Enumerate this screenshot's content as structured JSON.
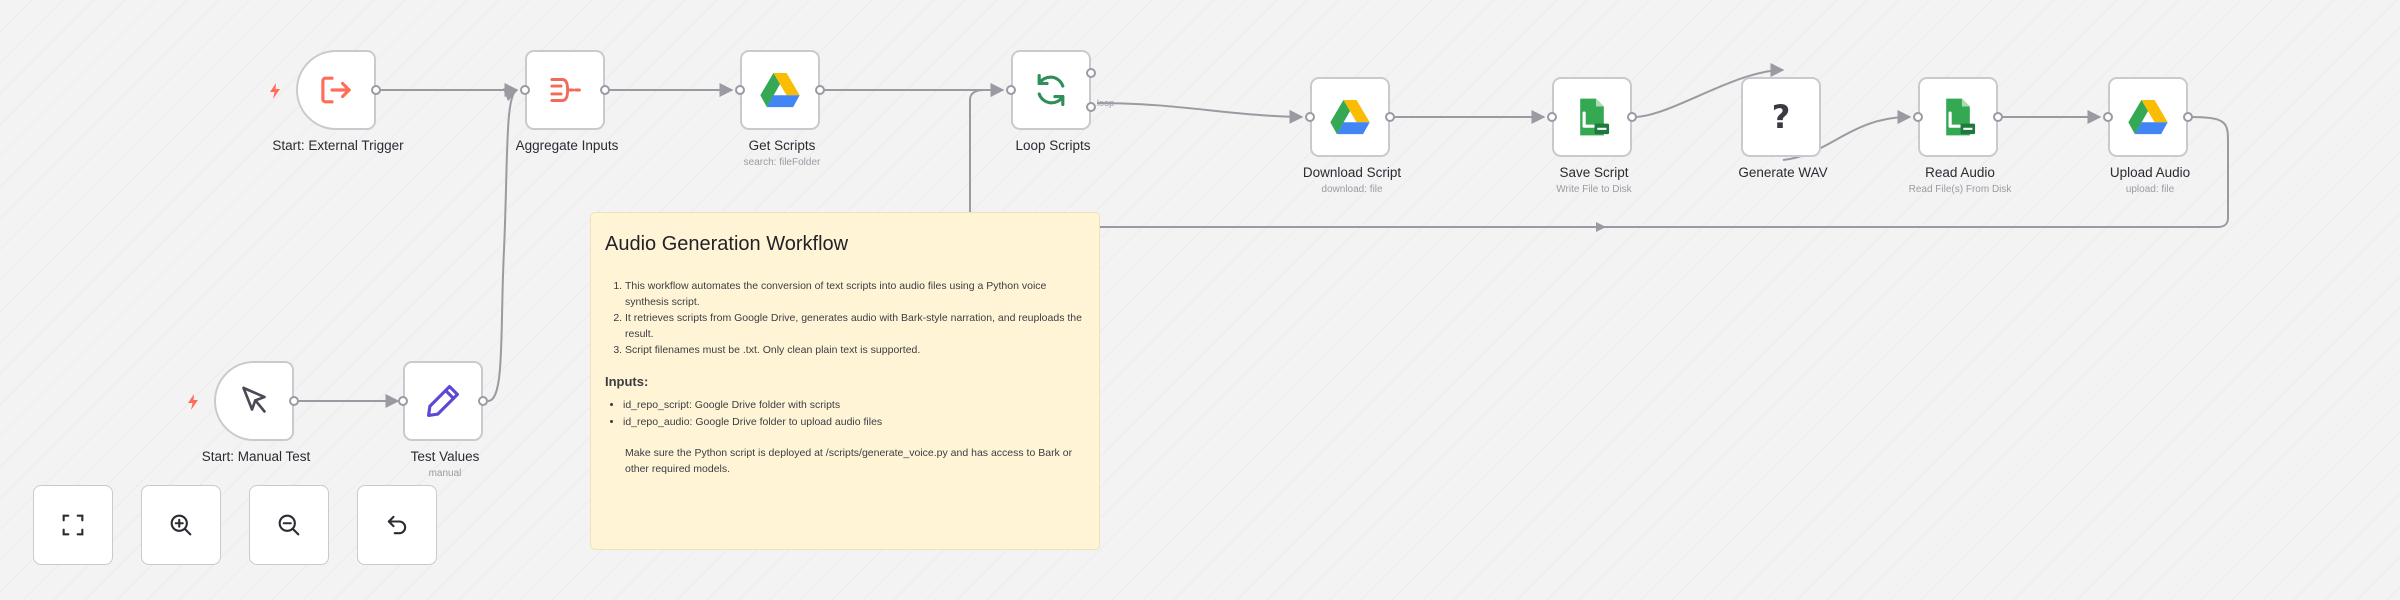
{
  "nodes": [
    {
      "id": "start_external",
      "label": "Start: External Trigger",
      "subtitle": "",
      "icon": "sign-out-icon"
    },
    {
      "id": "aggregate",
      "label": "Aggregate Inputs",
      "subtitle": "",
      "icon": "aggregate-icon"
    },
    {
      "id": "get_scripts",
      "label": "Get Scripts",
      "subtitle": "search: fileFolder",
      "icon": "google-drive-icon"
    },
    {
      "id": "loop_scripts",
      "label": "Loop Scripts",
      "subtitle": "",
      "icon": "loop-icon"
    },
    {
      "id": "download_script",
      "label": "Download Script",
      "subtitle": "download: file",
      "icon": "google-drive-icon"
    },
    {
      "id": "save_script",
      "label": "Save Script",
      "subtitle": "Write File to Disk",
      "icon": "file-write-icon"
    },
    {
      "id": "generate_wav",
      "label": "Generate WAV",
      "subtitle": "",
      "icon": "question-mark-icon",
      "glyph": "?"
    },
    {
      "id": "read_audio",
      "label": "Read Audio",
      "subtitle": "Read File(s) From Disk",
      "icon": "file-read-icon"
    },
    {
      "id": "upload_audio",
      "label": "Upload Audio",
      "subtitle": "upload: file",
      "icon": "google-drive-icon"
    },
    {
      "id": "start_manual",
      "label": "Start: Manual Test",
      "subtitle": "",
      "icon": "cursor-icon"
    },
    {
      "id": "test_values",
      "label": "Test Values",
      "subtitle": "manual",
      "icon": "pencil-icon"
    }
  ],
  "loop_output_label": "loop",
  "sticky_note": {
    "title": "Audio Generation Workflow",
    "steps": [
      "This workflow automates the conversion of text scripts into audio files using a Python voice synthesis script.",
      "It retrieves scripts from Google Drive, generates audio with Bark-style narration, and reuploads the result.",
      "Script filenames must be .txt. Only clean plain text is supported."
    ],
    "inputs_heading": "Inputs:",
    "inputs": [
      "id_repo_script: Google Drive folder with scripts",
      "id_repo_audio: Google Drive folder to upload audio files"
    ],
    "note": "Make sure the Python script is deployed at /scripts/generate_voice.py and has access to Bark or other required models."
  },
  "controls": [
    {
      "id": "fit_view",
      "icon": "fit-view-icon"
    },
    {
      "id": "zoom_in",
      "icon": "zoom-in-icon"
    },
    {
      "id": "zoom_out",
      "icon": "zoom-out-icon"
    },
    {
      "id": "reset",
      "icon": "undo-icon"
    }
  ],
  "colors": {
    "trigger_accent": "#ff6d5a",
    "aggregate_accent": "#f06b5b",
    "loop_accent": "#2f8f58",
    "file_accent": "#35a852",
    "pencil_accent": "#5b49d6",
    "sticky_bg": "#fff5d6",
    "wire": "#9a9aa2"
  }
}
